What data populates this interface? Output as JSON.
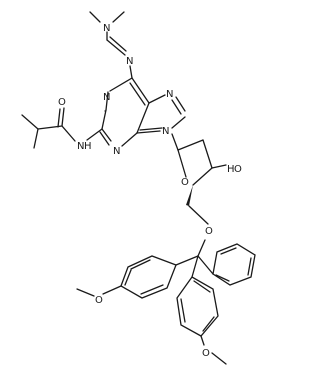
{
  "structure": {
    "atoms": {
      "n_amidine_top": "N",
      "n_amidine_lower": "N",
      "n7": "N",
      "n1": "N",
      "n3": "N",
      "n9": "N",
      "amide_o": "O",
      "amide_nh": "N",
      "amide_h": "H",
      "ring_o": "O",
      "oh_o": "O",
      "oh_h": "H",
      "trityl_o": "O",
      "methoxy_o_left": "O",
      "methoxy_o_right": "O"
    }
  }
}
